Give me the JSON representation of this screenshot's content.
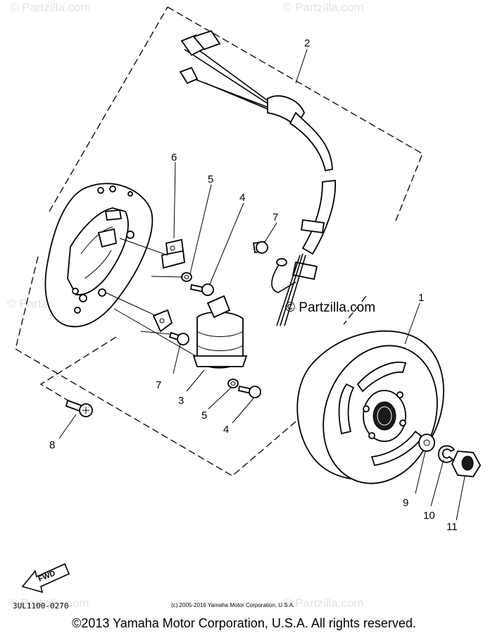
{
  "watermarks": {
    "top_left": "© Partzilla.com",
    "top_right": "© Partzilla.com",
    "center": "© Partzilla.com",
    "mid_left": "© Partzilla.com",
    "bottom_left": "© Partzilla.com",
    "bottom_right": "© Partzilla.com"
  },
  "callouts": {
    "c1": "1",
    "c2": "2",
    "c3": "3",
    "c4_top": "4",
    "c4_bottom": "4",
    "c5_top": "5",
    "c5_bottom": "5",
    "c6": "6",
    "c7_top": "7",
    "c7_bottom": "7",
    "c8": "8",
    "c9": "9",
    "c10": "10",
    "c11": "11"
  },
  "fwd_label": "FWD",
  "diagram_code": "3UL1100-0270",
  "small_copyright": "(c) 2005-2016 Yamaha Motor Corporation, U.S.A.",
  "copyright": "©2013 Yamaha Motor Corporation, U.S.A. All rights reserved."
}
